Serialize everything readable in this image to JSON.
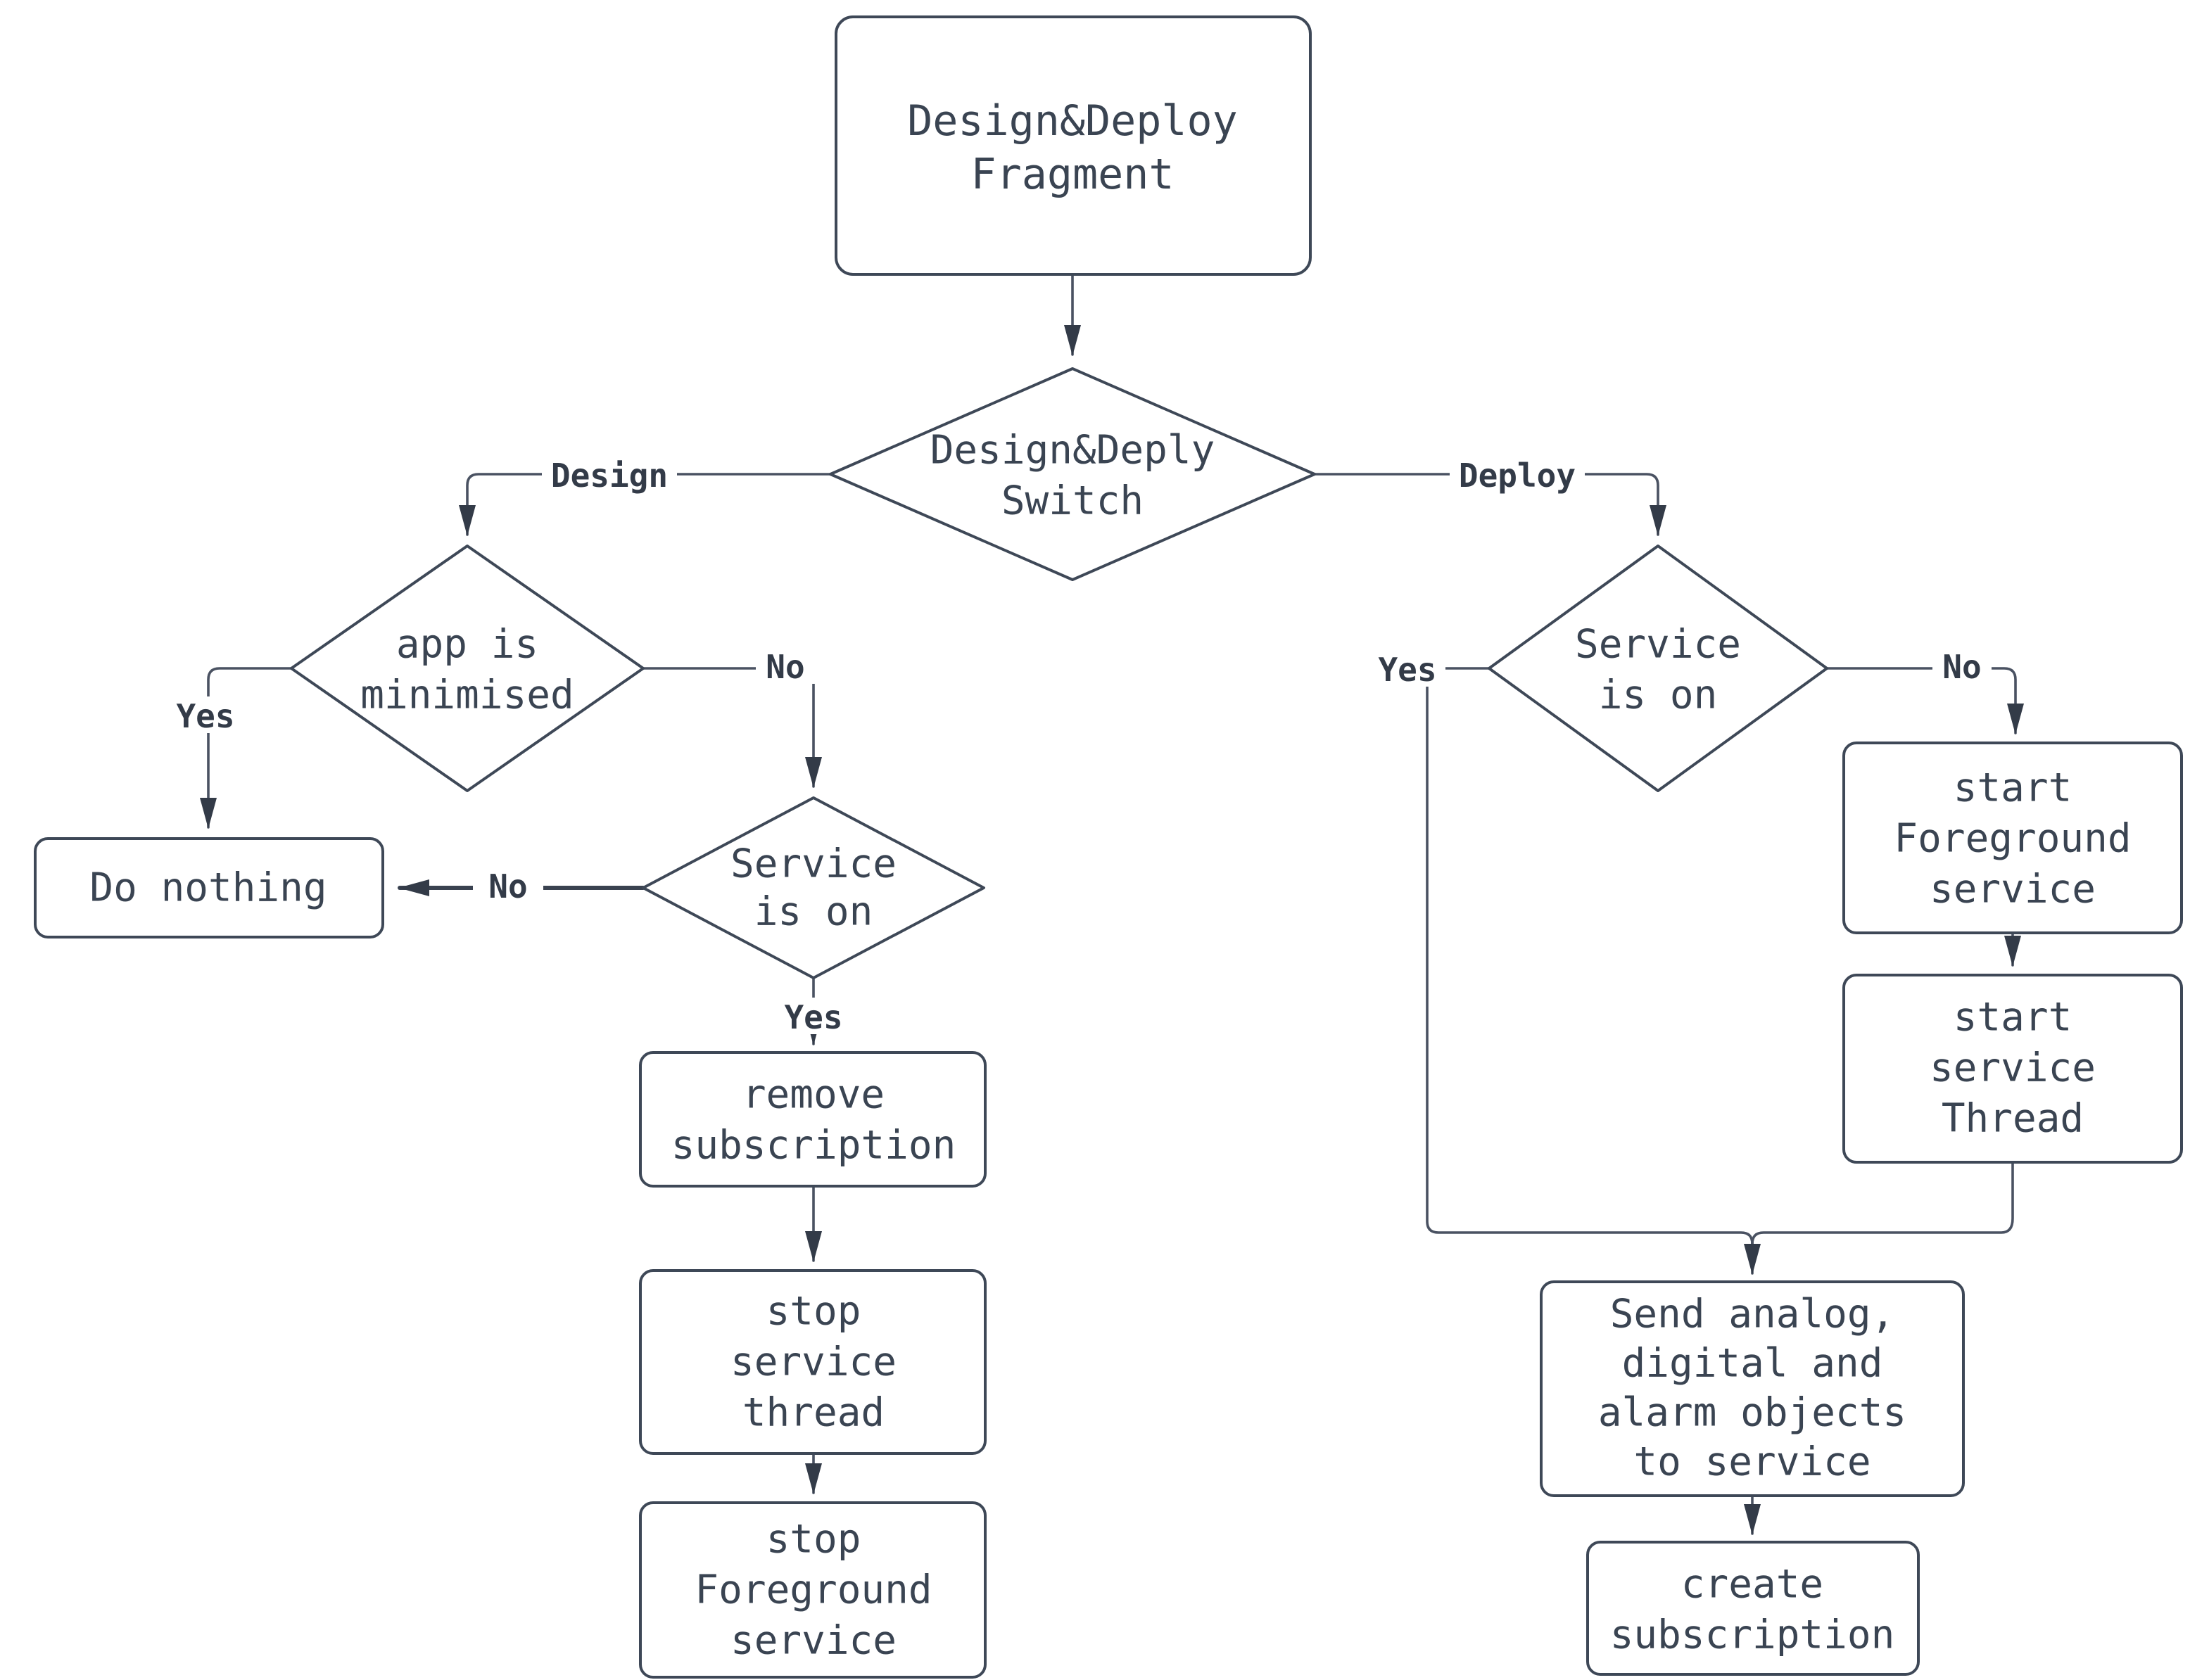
{
  "diagram": {
    "type": "flowchart",
    "colors": {
      "background": "#ffffff",
      "node_fill": "#ffffff",
      "stroke": "#3e4857",
      "edge_stroke": "#4a5262",
      "text": "#3a4452",
      "edge_label_text": "#333b48",
      "arrowhead": "#333b48"
    },
    "nodes": {
      "fragment": {
        "type": "rounded-rect",
        "label": "Design&Deploy Fragment",
        "lines": [
          "Design&Deploy",
          "Fragment"
        ]
      },
      "switch": {
        "type": "decision-diamond",
        "label": "Design&Deply Switch",
        "lines": [
          "Design&Deply",
          "Switch"
        ]
      },
      "app_minimised": {
        "type": "decision-diamond",
        "label": "app is minimised",
        "lines": [
          "app is",
          "minimised"
        ]
      },
      "do_nothing": {
        "type": "rounded-rect",
        "label": "Do nothing",
        "lines": [
          "Do nothing"
        ]
      },
      "service_on_left": {
        "type": "decision-diamond",
        "label": "Service is on",
        "lines": [
          "Service",
          "is on"
        ]
      },
      "remove_subscription": {
        "type": "rounded-rect",
        "label": "remove subscription",
        "lines": [
          "remove",
          "subscription"
        ]
      },
      "stop_service_thread": {
        "type": "rounded-rect",
        "label": "stop service thread",
        "lines": [
          "stop",
          "service",
          "thread"
        ]
      },
      "stop_foreground_service": {
        "type": "rounded-rect",
        "label": "stop Foreground service",
        "lines": [
          "stop",
          "Foreground",
          "service"
        ]
      },
      "service_on_right": {
        "type": "decision-diamond",
        "label": "Service is on",
        "lines": [
          "Service",
          "is on"
        ]
      },
      "start_foreground_service": {
        "type": "rounded-rect",
        "label": "start Foreground service",
        "lines": [
          "start",
          "Foreground",
          "service"
        ]
      },
      "start_service_thread": {
        "type": "rounded-rect",
        "label": "start service Thread",
        "lines": [
          "start",
          "service",
          "Thread"
        ]
      },
      "send_objects": {
        "type": "rounded-rect",
        "label": "Send analog, digital and alarm objects to service",
        "lines": [
          "Send analog,",
          "digital and",
          "alarm objects",
          "to service"
        ]
      },
      "create_subscription": {
        "type": "rounded-rect",
        "label": "create subscription",
        "lines": [
          "create",
          "subscription"
        ]
      }
    },
    "edge_labels": {
      "design": "Design",
      "deploy": "Deploy",
      "app_yes": "Yes",
      "app_no": "No",
      "svc_left_no": "No",
      "svc_left_yes": "Yes",
      "svc_right_yes": "Yes",
      "svc_right_no": "No"
    }
  }
}
